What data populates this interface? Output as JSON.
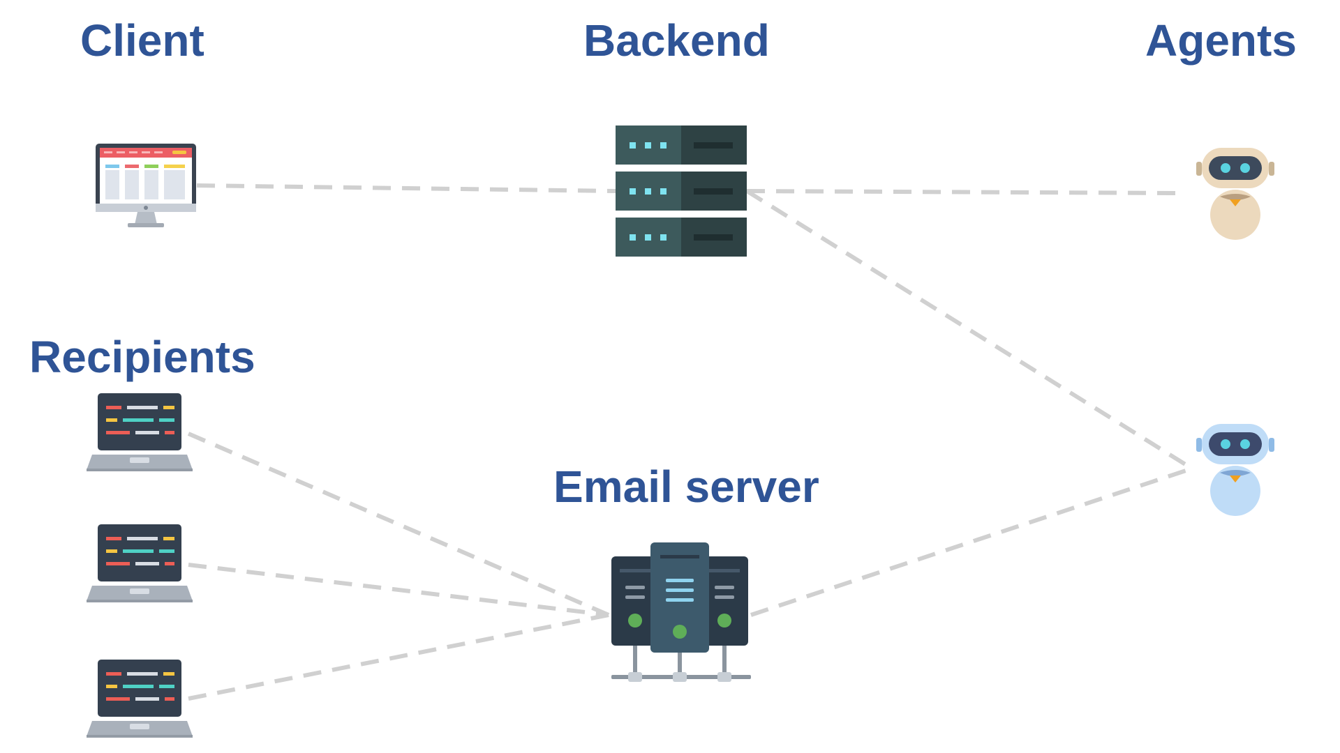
{
  "labels": {
    "client": "Client",
    "backend": "Backend",
    "agents": "Agents",
    "recipients": "Recipients",
    "email_server": "Email server"
  },
  "colors": {
    "label_text": "#2f5496",
    "connector": "#d0d0d0",
    "server_light": "#3d5a5c",
    "server_dark": "#2e4244",
    "server_lights": "#7fe3f0",
    "laptop_screen": "#34404f",
    "laptop_base": "#a9b1bb",
    "robot_beige": "#ecd9bd",
    "robot_blue": "#bfdcf7",
    "robot_visor": "#3d4a5c",
    "robot_eye": "#5ad3e0",
    "robot_bowtie": "#f0a020",
    "email_green": "#5fae58"
  },
  "nodes": [
    {
      "id": "client",
      "icon": "monitor-icon"
    },
    {
      "id": "backend",
      "icon": "server-rack-icon"
    },
    {
      "id": "agent-1",
      "icon": "robot-icon"
    },
    {
      "id": "agent-2",
      "icon": "robot-icon"
    },
    {
      "id": "recipient-1",
      "icon": "laptop-icon"
    },
    {
      "id": "recipient-2",
      "icon": "laptop-icon"
    },
    {
      "id": "recipient-3",
      "icon": "laptop-icon"
    },
    {
      "id": "email-server",
      "icon": "email-server-icon"
    }
  ],
  "edges": [
    {
      "from": "client",
      "to": "backend",
      "style": "dashed"
    },
    {
      "from": "backend",
      "to": "agent-1",
      "style": "dashed"
    },
    {
      "from": "backend",
      "to": "agent-2",
      "style": "dashed"
    },
    {
      "from": "recipient-1",
      "to": "email-server",
      "style": "dashed"
    },
    {
      "from": "recipient-2",
      "to": "email-server",
      "style": "dashed"
    },
    {
      "from": "recipient-3",
      "to": "email-server",
      "style": "dashed"
    },
    {
      "from": "email-server",
      "to": "agent-2",
      "style": "dashed"
    }
  ]
}
